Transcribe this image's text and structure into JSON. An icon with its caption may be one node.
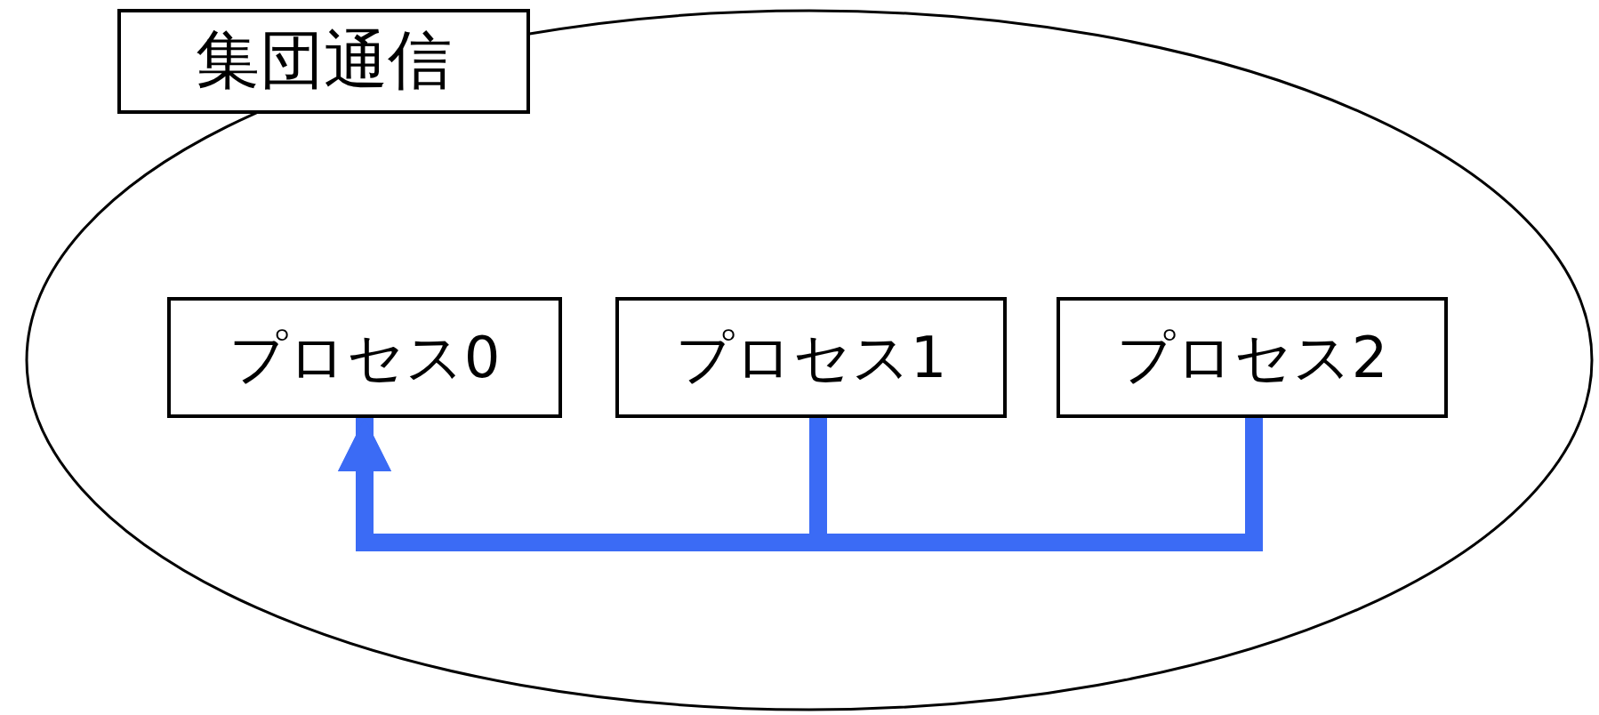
{
  "diagram": {
    "nodes": [
      {
        "text": [
          "集団通信"
        ]
      },
      {
        "text": [
          "プロセス0"
        ],
        "in": 0
      },
      {
        "text": [
          "プロセス1"
        ],
        "in": 0
      },
      {
        "text": [
          "プロセス2"
        ],
        "in": 0
      }
    ],
    "edges": [
      {
        "from": 2,
        "to": 1,
        "arrow": "to"
      },
      {
        "from": 3,
        "to": 1,
        "arrow": "to"
      }
    ]
  }
}
